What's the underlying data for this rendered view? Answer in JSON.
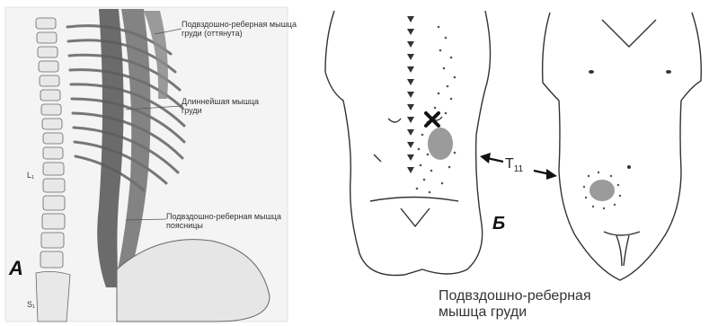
{
  "panel_a": {
    "letter": "А",
    "labels": {
      "iliocostalis_thoracis": "Подвздошно-реберная мышца груди (оттянута)",
      "longissimus_thoracis": "Длиннейшая мышца груди",
      "iliocostalis_lumborum": "Подвздошно-реберная мышца поясницы"
    },
    "vertebra_labels": {
      "l1": "L₁",
      "s1": "S₁"
    }
  },
  "panel_b": {
    "letter": "Б",
    "t11": {
      "main": "T",
      "sub": "11"
    },
    "caption": "Подвздошно-реберная мышца груди"
  },
  "colors": {
    "muscle": "#5c5c5c",
    "muscle_light": "#8a8a8a",
    "pain_zone": "#7a7a7a",
    "trigger_x": "#111111",
    "outline": "#333333"
  }
}
